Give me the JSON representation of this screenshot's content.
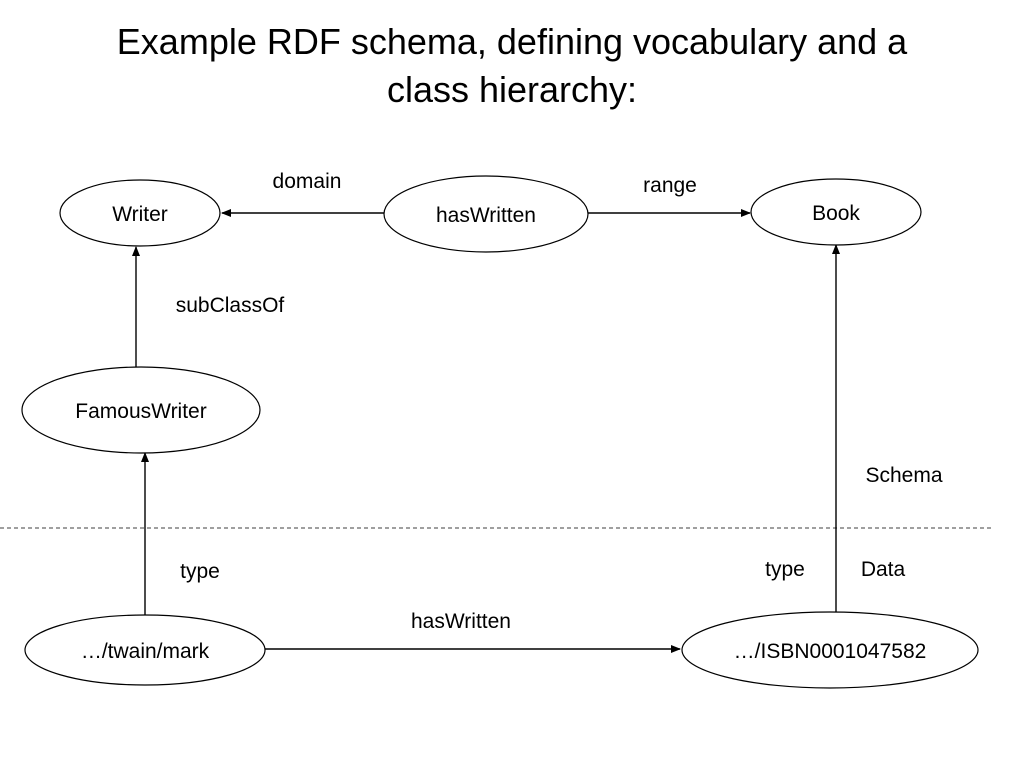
{
  "title": {
    "line1": "Example RDF schema, defining vocabulary and a",
    "line2": "class hierarchy:"
  },
  "nodes": {
    "writer": "Writer",
    "has_written": "hasWritten",
    "book": "Book",
    "famous_writer": "FamousWriter",
    "twain_mark": "…/twain/mark",
    "isbn": "…/ISBN0001047582"
  },
  "edge_labels": {
    "domain": "domain",
    "range": "range",
    "subclass_of": "subClassOf",
    "type_left": "type",
    "type_right": "type",
    "has_written_data": "hasWritten"
  },
  "section_labels": {
    "schema": "Schema",
    "data": "Data"
  }
}
